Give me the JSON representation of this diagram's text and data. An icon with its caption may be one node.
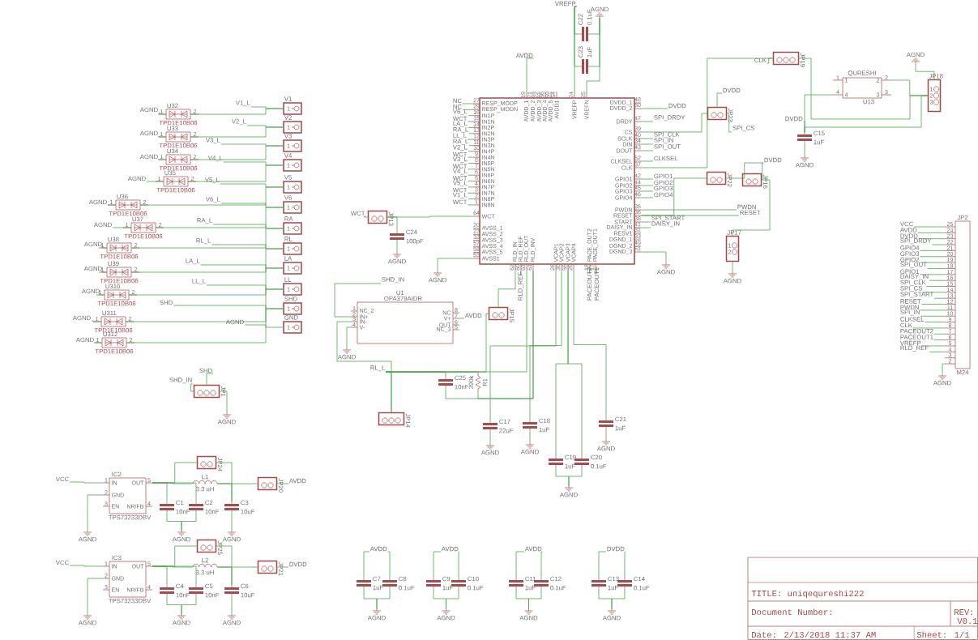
{
  "diagram": {
    "nodes": [
      {
        "text": [
          "AGND"
        ]
      },
      {
        "text": [
          "U32",
          "TPD1E10B06",
          "1",
          "2"
        ]
      },
      {
        "text": [
          "AGND"
        ]
      },
      {
        "text": [
          "U33",
          "TPD1E10B06",
          "1",
          "2"
        ]
      },
      {
        "text": [
          "AGND"
        ]
      },
      {
        "text": [
          "U34",
          "TPD1E10B06",
          "1",
          "2"
        ]
      },
      {
        "text": [
          "AGND"
        ]
      },
      {
        "text": [
          "U35",
          "TPD1E10B06",
          "1",
          "2"
        ]
      },
      {
        "text": [
          "AGND"
        ]
      },
      {
        "text": [
          "U36",
          "TPD1E10B06",
          "1",
          "2"
        ]
      },
      {
        "text": [
          "AGND"
        ]
      },
      {
        "text": [
          "U37",
          "TPD1E10B06",
          "1",
          "2"
        ]
      },
      {
        "text": [
          "AGND"
        ]
      },
      {
        "text": [
          "U38",
          "TPD1E10B06",
          "1",
          "2"
        ]
      },
      {
        "text": [
          "AGND"
        ]
      },
      {
        "text": [
          "U39",
          "TPD1E10B06",
          "1",
          "2"
        ]
      },
      {
        "text": [
          "AGND"
        ]
      },
      {
        "text": [
          "U310",
          "TPD1E10B06",
          "1",
          "2"
        ]
      },
      {
        "text": [
          "AGND"
        ]
      },
      {
        "text": [
          "U311",
          "TPD1E10B06",
          "1",
          "2"
        ]
      },
      {
        "text": [
          "AGND"
        ]
      },
      {
        "text": [
          "U312",
          "TPD1E10B06",
          "1",
          "2"
        ]
      },
      {
        "text": [
          "V1_L"
        ]
      },
      {
        "text": [
          "V1",
          "1"
        ]
      },
      {
        "text": [
          "V2_L"
        ]
      },
      {
        "text": [
          "V2",
          "1"
        ]
      },
      {
        "text": [
          "V3_L"
        ]
      },
      {
        "text": [
          "V3",
          "1"
        ]
      },
      {
        "text": [
          "V4_L"
        ]
      },
      {
        "text": [
          "V4",
          "1"
        ]
      },
      {
        "text": [
          "V5_L"
        ]
      },
      {
        "text": [
          "V5",
          "1"
        ]
      },
      {
        "text": [
          "V6_L"
        ]
      },
      {
        "text": [
          "V6",
          "1"
        ]
      },
      {
        "text": [
          "RA_L"
        ]
      },
      {
        "text": [
          "RA",
          "1"
        ]
      },
      {
        "text": [
          "RL_L"
        ]
      },
      {
        "text": [
          "RL",
          "1"
        ]
      },
      {
        "text": [
          "LA_L"
        ]
      },
      {
        "text": [
          "LA",
          "1"
        ]
      },
      {
        "text": [
          "LL_L"
        ]
      },
      {
        "text": [
          "LL",
          "1"
        ]
      },
      {
        "text": [
          "SHD"
        ]
      },
      {
        "text": [
          "SHD",
          "1"
        ]
      },
      {
        "text": [
          "AGND"
        ]
      },
      {
        "text": [
          "GND",
          "1"
        ]
      },
      {
        "text": [
          "RESP_MODP",
          "RESP_MODN",
          "IN1P",
          "IN1N",
          "IN2P",
          "IN2N",
          "IN3P",
          "IN3N",
          "IN4P",
          "IN4N",
          "IN5P",
          "IN5N",
          "IN6P",
          "IN6N",
          "IN7P",
          "IN7N",
          "IN8P",
          "IN8N",
          "WCT",
          "AVSS_1",
          "AVSS_2",
          "AVSS_3",
          "AVSS_4",
          "AVSS_5",
          "AVSS1",
          "AVDD_1",
          "AVDD_2",
          "AVDD_3",
          "AVDD_4",
          "AVDD_5",
          "AVDD1",
          "VREFP",
          "VREFN",
          "DVDD_1",
          "DVDD_2",
          "DRDY",
          "CS",
          "SCLK",
          "DIN",
          "DOUT",
          "CLKSEL",
          "CLK",
          "GPIO1",
          "GPIO2",
          "GPIO3",
          "GPIO4",
          "PWDN",
          "RESET",
          "START",
          "DAISY_IN",
          "RESV1",
          "DGND_1",
          "DGND_2",
          "DGND_3",
          "RLD_IN",
          "RLD_REF",
          "RLD_OUT",
          "RLD_INV",
          "VCAP1",
          "VCAP2",
          "VCAP3",
          "VCAP4",
          "PACE_OUT2",
          "PACE_OUT1",
          "27",
          "29",
          "16",
          "15",
          "14",
          "13",
          "12",
          "11",
          "10",
          "9",
          "8",
          "7",
          "6",
          "5",
          "4",
          "3",
          "2",
          "1",
          "64",
          "20",
          "23",
          "32",
          "57",
          "58",
          "53",
          "19",
          "21",
          "22",
          "56",
          "59",
          "54",
          "24",
          "25",
          "48",
          "50",
          "47",
          "39",
          "40",
          "34",
          "43",
          "52",
          "37",
          "42",
          "44",
          "45",
          "46",
          "35",
          "36",
          "38",
          "41",
          "31",
          "33",
          "49",
          "51",
          "62",
          "60",
          "63",
          "61",
          "28",
          "30",
          "55",
          "26",
          "18",
          "17"
        ]
      },
      {
        "text": [
          "NC"
        ]
      },
      {
        "text": [
          "NC"
        ]
      },
      {
        "text": [
          "V6_L"
        ]
      },
      {
        "text": [
          "WCT"
        ]
      },
      {
        "text": [
          "LA_L"
        ]
      },
      {
        "text": [
          "RA_L"
        ]
      },
      {
        "text": [
          "LL_L"
        ]
      },
      {
        "text": [
          "RA_L"
        ]
      },
      {
        "text": [
          "V2_L"
        ]
      },
      {
        "text": [
          "WCT"
        ]
      },
      {
        "text": [
          "V3_L"
        ]
      },
      {
        "text": [
          "WCT"
        ]
      },
      {
        "text": [
          "V4_L"
        ]
      },
      {
        "text": [
          "WCT"
        ]
      },
      {
        "text": [
          "V5_L"
        ]
      },
      {
        "text": [
          "WCT"
        ]
      },
      {
        "text": [
          "V1_L"
        ]
      },
      {
        "text": [
          "WCT"
        ]
      },
      {
        "text": [
          "AVDD"
        ]
      },
      {
        "text": [
          "VREFP"
        ]
      },
      {
        "text": [
          "AGND"
        ]
      },
      {
        "text": [
          "C22",
          "0.1uF"
        ]
      },
      {
        "text": [
          "C23",
          "1uF"
        ]
      },
      {
        "text": [
          "WCT"
        ]
      },
      {
        "text": [
          "JP13"
        ]
      },
      {
        "text": [
          "C24",
          "100pF"
        ]
      },
      {
        "text": [
          "AGND"
        ]
      },
      {
        "text": [
          "AGND"
        ]
      },
      {
        "text": [
          "DVDD"
        ]
      },
      {
        "text": [
          "SPI_DRDY"
        ]
      },
      {
        "text": [
          "SPI_CS"
        ]
      },
      {
        "text": [
          "SPI_CLK"
        ]
      },
      {
        "text": [
          "SPI_IN"
        ]
      },
      {
        "text": [
          "SPI_OUT"
        ]
      },
      {
        "text": [
          "CLKSEL"
        ]
      },
      {
        "text": [
          "GPIO1"
        ]
      },
      {
        "text": [
          "GPIO2"
        ]
      },
      {
        "text": [
          "GPIO3"
        ]
      },
      {
        "text": [
          "GPIO4"
        ]
      },
      {
        "text": [
          "PWDN"
        ]
      },
      {
        "text": [
          "RESET"
        ]
      },
      {
        "text": [
          "SPI_START"
        ]
      },
      {
        "text": [
          "DAISY_IN"
        ]
      },
      {
        "text": [
          "AGND"
        ]
      },
      {
        "text": [
          "JP23"
        ]
      },
      {
        "text": [
          "DVDD"
        ]
      },
      {
        "text": [
          "JP19"
        ]
      },
      {
        "text": [
          "CLK"
        ]
      },
      {
        "text": [
          "QURESHI",
          "U13",
          "1",
          "2",
          "4",
          "3",
          "1",
          "2",
          "4",
          "3"
        ]
      },
      {
        "text": [
          "AGND"
        ]
      },
      {
        "text": [
          "JP18",
          "1",
          "2",
          "3"
        ]
      },
      {
        "text": [
          "DVDD"
        ]
      },
      {
        "text": [
          "C15",
          "1uF"
        ]
      },
      {
        "text": [
          "AGND"
        ]
      },
      {
        "text": [
          "JP22"
        ]
      },
      {
        "text": [
          "JP16"
        ]
      },
      {
        "text": [
          "DVDD"
        ]
      },
      {
        "text": [
          "JP17",
          "1",
          "2"
        ]
      },
      {
        "text": [
          "AGND"
        ]
      },
      {
        "text": [
          "JP2",
          "M24",
          "25",
          "24",
          "23",
          "22",
          "21",
          "20",
          "19",
          "18",
          "17",
          "16",
          "15",
          "14",
          "13",
          "12",
          "11",
          "10",
          "9",
          "8",
          "7",
          "6",
          "5",
          "4",
          "3",
          "2"
        ]
      },
      {
        "text": [
          "VCC"
        ]
      },
      {
        "text": [
          "AVDD"
        ]
      },
      {
        "text": [
          "DVDD"
        ]
      },
      {
        "text": [
          "SPI_DRDY"
        ]
      },
      {
        "text": [
          "GPIO4"
        ]
      },
      {
        "text": [
          "GPIO3"
        ]
      },
      {
        "text": [
          "GPIO2"
        ]
      },
      {
        "text": [
          "SPI_OUT"
        ]
      },
      {
        "text": [
          "GPIO1"
        ]
      },
      {
        "text": [
          "DAISY_IN"
        ]
      },
      {
        "text": [
          "SPI_CLK"
        ]
      },
      {
        "text": [
          "SPI_CS"
        ]
      },
      {
        "text": [
          "SPI_START"
        ]
      },
      {
        "text": [
          "RESET"
        ]
      },
      {
        "text": [
          "PWDN"
        ]
      },
      {
        "text": [
          "SPI_IN"
        ]
      },
      {
        "text": [
          "CLKSEL"
        ]
      },
      {
        "text": [
          "CLK"
        ]
      },
      {
        "text": [
          "PACEOUT2"
        ]
      },
      {
        "text": [
          "PACEOUT1"
        ]
      },
      {
        "text": [
          "VREFP"
        ]
      },
      {
        "text": [
          "RLD_REF"
        ]
      },
      {
        "text": [
          "AGND"
        ]
      },
      {
        "text": [
          "SHD_IN"
        ]
      },
      {
        "text": [
          "U1",
          "OPA379AIDR",
          "NC_2",
          "IN+",
          "IN-",
          "V-",
          "NC",
          "V+",
          "OUT",
          "NC_3",
          "1",
          "2",
          "3",
          "4",
          "8",
          "7",
          "6",
          "5"
        ]
      },
      {
        "text": [
          "AGND"
        ]
      },
      {
        "text": [
          "AVDD"
        ]
      },
      {
        "text": [
          "RL_L"
        ]
      },
      {
        "text": [
          "C25",
          "10nF"
        ]
      },
      {
        "text": [
          "R1",
          "390k"
        ]
      },
      {
        "text": [
          "JP14"
        ]
      },
      {
        "text": [
          "JP15"
        ]
      },
      {
        "text": [
          "RLD_REF"
        ]
      },
      {
        "text": [
          "PACEOUT2"
        ]
      },
      {
        "text": [
          "PACEOUT1"
        ]
      },
      {
        "text": [
          "C17",
          "22uF"
        ]
      },
      {
        "text": [
          "AGND"
        ]
      },
      {
        "text": [
          "C18",
          "1uF"
        ]
      },
      {
        "text": [
          "AGND"
        ]
      },
      {
        "text": [
          "C19",
          "1uF"
        ]
      },
      {
        "text": [
          "C20",
          "0.1uF"
        ]
      },
      {
        "text": [
          "AGND"
        ]
      },
      {
        "text": [
          "C21",
          "1uF"
        ]
      },
      {
        "text": [
          "AGND"
        ]
      },
      {
        "text": [
          "SHD"
        ]
      },
      {
        "text": [
          "SHD_IN"
        ]
      },
      {
        "text": [
          "JP1"
        ]
      },
      {
        "text": [
          "AGND"
        ]
      },
      {
        "text": [
          "VCC"
        ]
      },
      {
        "text": [
          "IC2",
          "TPS73233DBV",
          "IN",
          "GND",
          "EN",
          "OUT",
          "NR/FB",
          "1",
          "2",
          "3",
          "5",
          "4"
        ]
      },
      {
        "text": [
          "AGND"
        ]
      },
      {
        "text": [
          "C1",
          "10nF"
        ]
      },
      {
        "text": [
          "C2",
          "10nF"
        ]
      },
      {
        "text": [
          "AGND"
        ]
      },
      {
        "text": [
          "JP24"
        ]
      },
      {
        "text": [
          "L1",
          "3.3 uH"
        ]
      },
      {
        "text": [
          "C3",
          "10uF"
        ]
      },
      {
        "text": [
          "AGND"
        ]
      },
      {
        "text": [
          "JP20"
        ]
      },
      {
        "text": [
          "AVDD"
        ]
      },
      {
        "text": [
          "VCC"
        ]
      },
      {
        "text": [
          "IC3",
          "TPS73233DBV",
          "IN",
          "GND",
          "EN",
          "OUT",
          "NR/FB",
          "1",
          "2",
          "3",
          "5",
          "4"
        ]
      },
      {
        "text": [
          "AGND"
        ]
      },
      {
        "text": [
          "C4",
          "10nF"
        ]
      },
      {
        "text": [
          "C5",
          "10nF"
        ]
      },
      {
        "text": [
          "AGND"
        ]
      },
      {
        "text": [
          "JP25"
        ]
      },
      {
        "text": [
          "L2",
          "3.3 uH"
        ]
      },
      {
        "text": [
          "C6",
          "10uF"
        ]
      },
      {
        "text": [
          "AGND"
        ]
      },
      {
        "text": [
          "JP21"
        ]
      },
      {
        "text": [
          "DVDD"
        ]
      },
      {
        "text": [
          "AVDD"
        ]
      },
      {
        "text": [
          "C7",
          "1uF"
        ]
      },
      {
        "text": [
          "C8",
          "0.1uF"
        ]
      },
      {
        "text": [
          "AGND"
        ]
      },
      {
        "text": [
          "AVDD"
        ]
      },
      {
        "text": [
          "C9",
          "1uF"
        ]
      },
      {
        "text": [
          "C10",
          "0.1uF"
        ]
      },
      {
        "text": [
          "AGND"
        ]
      },
      {
        "text": [
          "AVDD"
        ]
      },
      {
        "text": [
          "C11",
          "1uF"
        ]
      },
      {
        "text": [
          "C12",
          "0.1uF"
        ]
      },
      {
        "text": [
          "AGND"
        ]
      },
      {
        "text": [
          "DVDD"
        ]
      },
      {
        "text": [
          "C13",
          "1uF"
        ]
      },
      {
        "text": [
          "C14",
          "0.1uF"
        ]
      },
      {
        "text": [
          "AGND"
        ]
      }
    ],
    "edges": [
      {
        "from": 0,
        "to": 1,
        "arrow": "none"
      },
      {
        "from": 1,
        "to": 23,
        "arrow": "none"
      },
      {
        "from": 2,
        "to": 3,
        "arrow": "none"
      },
      {
        "from": 3,
        "to": 25,
        "arrow": "none"
      },
      {
        "from": 4,
        "to": 5,
        "arrow": "none"
      },
      {
        "from": 5,
        "to": 27,
        "arrow": "none"
      },
      {
        "from": 6,
        "to": 7,
        "arrow": "none"
      },
      {
        "from": 7,
        "to": 29,
        "arrow": "none"
      },
      {
        "from": 8,
        "to": 9,
        "arrow": "none"
      },
      {
        "from": 9,
        "to": 31,
        "arrow": "none"
      },
      {
        "from": 10,
        "to": 11,
        "arrow": "none"
      },
      {
        "from": 11,
        "to": 33,
        "arrow": "none"
      },
      {
        "from": 12,
        "to": 13,
        "arrow": "none"
      },
      {
        "from": 13,
        "to": 35,
        "arrow": "none"
      },
      {
        "from": 14,
        "to": 15,
        "arrow": "none"
      },
      {
        "from": 15,
        "to": 37,
        "arrow": "none"
      },
      {
        "from": 16,
        "to": 17,
        "arrow": "none"
      },
      {
        "from": 17,
        "to": 39,
        "arrow": "none"
      },
      {
        "from": 18,
        "to": 19,
        "arrow": "none"
      },
      {
        "from": 19,
        "to": 41,
        "arrow": "none"
      },
      {
        "from": 20,
        "to": 21,
        "arrow": "none"
      },
      {
        "from": 21,
        "to": 43,
        "arrow": "none"
      },
      {
        "from": 22,
        "to": 23,
        "arrow": "none"
      },
      {
        "from": 24,
        "to": 25,
        "arrow": "none"
      },
      {
        "from": 26,
        "to": 27,
        "arrow": "none"
      },
      {
        "from": 28,
        "to": 29,
        "arrow": "none"
      },
      {
        "from": 30,
        "to": 31,
        "arrow": "none"
      },
      {
        "from": 32,
        "to": 33,
        "arrow": "none"
      },
      {
        "from": 34,
        "to": 35,
        "arrow": "none"
      },
      {
        "from": 36,
        "to": 37,
        "arrow": "none"
      },
      {
        "from": 38,
        "to": 39,
        "arrow": "none"
      },
      {
        "from": 40,
        "to": 41,
        "arrow": "none"
      },
      {
        "from": 42,
        "to": 43,
        "arrow": "none"
      },
      {
        "from": 44,
        "to": 45,
        "arrow": "none"
      },
      {
        "from": 47,
        "to": 46,
        "arrow": "none"
      },
      {
        "from": 48,
        "to": 46,
        "arrow": "none"
      },
      {
        "from": 49,
        "to": 46,
        "arrow": "none"
      },
      {
        "from": 50,
        "to": 46,
        "arrow": "none"
      },
      {
        "from": 51,
        "to": 46,
        "arrow": "none"
      },
      {
        "from": 52,
        "to": 46,
        "arrow": "none"
      },
      {
        "from": 53,
        "to": 46,
        "arrow": "none"
      },
      {
        "from": 54,
        "to": 46,
        "arrow": "none"
      },
      {
        "from": 55,
        "to": 46,
        "arrow": "none"
      },
      {
        "from": 56,
        "to": 46,
        "arrow": "none"
      },
      {
        "from": 57,
        "to": 46,
        "arrow": "none"
      },
      {
        "from": 58,
        "to": 46,
        "arrow": "none"
      },
      {
        "from": 59,
        "to": 46,
        "arrow": "none"
      },
      {
        "from": 60,
        "to": 46,
        "arrow": "none"
      },
      {
        "from": 61,
        "to": 46,
        "arrow": "none"
      },
      {
        "from": 62,
        "to": 46,
        "arrow": "none"
      },
      {
        "from": 63,
        "to": 46,
        "arrow": "none"
      },
      {
        "from": 64,
        "to": 46,
        "arrow": "none"
      },
      {
        "from": 65,
        "to": 46,
        "arrow": "none"
      },
      {
        "from": 66,
        "to": 68,
        "arrow": "none"
      },
      {
        "from": 68,
        "to": 67,
        "arrow": "none"
      },
      {
        "from": 66,
        "to": 69,
        "arrow": "none"
      },
      {
        "from": 69,
        "to": 67,
        "arrow": "none"
      },
      {
        "from": 66,
        "to": 46,
        "arrow": "none"
      },
      {
        "from": 67,
        "to": 46,
        "arrow": "none"
      },
      {
        "from": 70,
        "to": 71,
        "arrow": "none"
      },
      {
        "from": 71,
        "to": 46,
        "arrow": "none"
      },
      {
        "from": 71,
        "to": 72,
        "arrow": "none"
      },
      {
        "from": 72,
        "to": 73,
        "arrow": "none"
      },
      {
        "from": 74,
        "to": 46,
        "arrow": "none"
      },
      {
        "from": 46,
        "to": 75,
        "arrow": "none"
      },
      {
        "from": 46,
        "to": 76,
        "arrow": "none"
      },
      {
        "from": 46,
        "to": 78,
        "arrow": "none"
      },
      {
        "from": 46,
        "to": 79,
        "arrow": "none"
      },
      {
        "from": 46,
        "to": 80,
        "arrow": "none"
      },
      {
        "from": 46,
        "to": 81,
        "arrow": "none"
      },
      {
        "from": 46,
        "to": 82,
        "arrow": "none"
      },
      {
        "from": 46,
        "to": 83,
        "arrow": "none"
      },
      {
        "from": 46,
        "to": 84,
        "arrow": "none"
      },
      {
        "from": 46,
        "to": 85,
        "arrow": "none"
      },
      {
        "from": 46,
        "to": 86,
        "arrow": "none"
      },
      {
        "from": 46,
        "to": 87,
        "arrow": "none"
      },
      {
        "from": 46,
        "to": 88,
        "arrow": "none"
      },
      {
        "from": 46,
        "to": 89,
        "arrow": "none"
      },
      {
        "from": 46,
        "to": 90,
        "arrow": "none"
      },
      {
        "from": 92,
        "to": 91,
        "arrow": "none"
      },
      {
        "from": 46,
        "to": 91,
        "arrow": "none"
      },
      {
        "from": 91,
        "to": 77,
        "arrow": "none"
      },
      {
        "from": 94,
        "to": 93,
        "arrow": "none"
      },
      {
        "from": 46,
        "to": 93,
        "arrow": "none"
      },
      {
        "from": 96,
        "to": 97,
        "arrow": "none"
      },
      {
        "from": 95,
        "to": 97,
        "arrow": "none"
      },
      {
        "from": 93,
        "to": 97,
        "arrow": "none"
      },
      {
        "from": 98,
        "to": 99,
        "arrow": "none"
      },
      {
        "from": 99,
        "to": 100,
        "arrow": "none"
      },
      {
        "from": 99,
        "to": 95,
        "arrow": "none"
      },
      {
        "from": 99,
        "to": 97,
        "arrow": "none"
      },
      {
        "from": 103,
        "to": 102,
        "arrow": "none"
      },
      {
        "from": 103,
        "to": 101,
        "arrow": "none"
      },
      {
        "from": 101,
        "to": 46,
        "arrow": "none"
      },
      {
        "from": 102,
        "to": 104,
        "arrow": "none"
      },
      {
        "from": 104,
        "to": 105,
        "arrow": "none"
      },
      {
        "from": 107,
        "to": 106,
        "arrow": "none"
      },
      {
        "from": 108,
        "to": 106,
        "arrow": "none"
      },
      {
        "from": 109,
        "to": 106,
        "arrow": "none"
      },
      {
        "from": 110,
        "to": 106,
        "arrow": "none"
      },
      {
        "from": 111,
        "to": 106,
        "arrow": "none"
      },
      {
        "from": 112,
        "to": 106,
        "arrow": "none"
      },
      {
        "from": 113,
        "to": 106,
        "arrow": "none"
      },
      {
        "from": 114,
        "to": 106,
        "arrow": "none"
      },
      {
        "from": 115,
        "to": 106,
        "arrow": "none"
      },
      {
        "from": 116,
        "to": 106,
        "arrow": "none"
      },
      {
        "from": 117,
        "to": 106,
        "arrow": "none"
      },
      {
        "from": 118,
        "to": 106,
        "arrow": "none"
      },
      {
        "from": 119,
        "to": 106,
        "arrow": "none"
      },
      {
        "from": 120,
        "to": 106,
        "arrow": "none"
      },
      {
        "from": 121,
        "to": 106,
        "arrow": "none"
      },
      {
        "from": 122,
        "to": 106,
        "arrow": "none"
      },
      {
        "from": 123,
        "to": 106,
        "arrow": "none"
      },
      {
        "from": 124,
        "to": 106,
        "arrow": "none"
      },
      {
        "from": 125,
        "to": 106,
        "arrow": "none"
      },
      {
        "from": 126,
        "to": 106,
        "arrow": "none"
      },
      {
        "from": 127,
        "to": 106,
        "arrow": "none"
      },
      {
        "from": 128,
        "to": 106,
        "arrow": "none"
      },
      {
        "from": 129,
        "to": 106,
        "arrow": "none"
      },
      {
        "from": 130,
        "to": 131,
        "arrow": "none"
      },
      {
        "from": 131,
        "to": 132,
        "arrow": "none"
      },
      {
        "from": 133,
        "to": 131,
        "arrow": "none"
      },
      {
        "from": 131,
        "to": 137,
        "arrow": "none"
      },
      {
        "from": 134,
        "to": 137,
        "arrow": "none"
      },
      {
        "from": 134,
        "to": 135,
        "arrow": "none"
      },
      {
        "from": 134,
        "to": 136,
        "arrow": "none"
      },
      {
        "from": 134,
        "to": 138,
        "arrow": "none"
      },
      {
        "from": 134,
        "to": 46,
        "arrow": "none"
      },
      {
        "from": 135,
        "to": 46,
        "arrow": "none"
      },
      {
        "from": 136,
        "to": 46,
        "arrow": "none"
      },
      {
        "from": 138,
        "to": 46,
        "arrow": "none"
      },
      {
        "from": 139,
        "to": 46,
        "arrow": "none"
      },
      {
        "from": 140,
        "to": 46,
        "arrow": "none"
      },
      {
        "from": 141,
        "to": 46,
        "arrow": "none"
      },
      {
        "from": 46,
        "to": 142,
        "arrow": "none"
      },
      {
        "from": 142,
        "to": 143,
        "arrow": "none"
      },
      {
        "from": 46,
        "to": 144,
        "arrow": "none"
      },
      {
        "from": 144,
        "to": 145,
        "arrow": "none"
      },
      {
        "from": 46,
        "to": 146,
        "arrow": "none"
      },
      {
        "from": 46,
        "to": 147,
        "arrow": "none"
      },
      {
        "from": 146,
        "to": 148,
        "arrow": "none"
      },
      {
        "from": 147,
        "to": 148,
        "arrow": "none"
      },
      {
        "from": 46,
        "to": 149,
        "arrow": "none"
      },
      {
        "from": 149,
        "to": 150,
        "arrow": "none"
      },
      {
        "from": 151,
        "to": 153,
        "arrow": "none"
      },
      {
        "from": 152,
        "to": 153,
        "arrow": "none"
      },
      {
        "from": 153,
        "to": 154,
        "arrow": "none"
      },
      {
        "from": 155,
        "to": 156,
        "arrow": "none"
      },
      {
        "from": 156,
        "to": 157,
        "arrow": "none"
      },
      {
        "from": 156,
        "to": 158,
        "arrow": "none"
      },
      {
        "from": 156,
        "to": 159,
        "arrow": "none"
      },
      {
        "from": 158,
        "to": 160,
        "arrow": "none"
      },
      {
        "from": 159,
        "to": 160,
        "arrow": "none"
      },
      {
        "from": 156,
        "to": 162,
        "arrow": "none"
      },
      {
        "from": 156,
        "to": 161,
        "arrow": "none"
      },
      {
        "from": 161,
        "to": 163,
        "arrow": "none"
      },
      {
        "from": 162,
        "to": 163,
        "arrow": "none"
      },
      {
        "from": 163,
        "to": 164,
        "arrow": "none"
      },
      {
        "from": 162,
        "to": 165,
        "arrow": "none"
      },
      {
        "from": 165,
        "to": 166,
        "arrow": "none"
      },
      {
        "from": 167,
        "to": 168,
        "arrow": "none"
      },
      {
        "from": 168,
        "to": 169,
        "arrow": "none"
      },
      {
        "from": 168,
        "to": 170,
        "arrow": "none"
      },
      {
        "from": 168,
        "to": 171,
        "arrow": "none"
      },
      {
        "from": 170,
        "to": 172,
        "arrow": "none"
      },
      {
        "from": 171,
        "to": 172,
        "arrow": "none"
      },
      {
        "from": 168,
        "to": 174,
        "arrow": "none"
      },
      {
        "from": 168,
        "to": 173,
        "arrow": "none"
      },
      {
        "from": 173,
        "to": 175,
        "arrow": "none"
      },
      {
        "from": 174,
        "to": 175,
        "arrow": "none"
      },
      {
        "from": 175,
        "to": 176,
        "arrow": "none"
      },
      {
        "from": 174,
        "to": 177,
        "arrow": "none"
      },
      {
        "from": 177,
        "to": 178,
        "arrow": "none"
      },
      {
        "from": 179,
        "to": 180,
        "arrow": "none"
      },
      {
        "from": 179,
        "to": 181,
        "arrow": "none"
      },
      {
        "from": 180,
        "to": 182,
        "arrow": "none"
      },
      {
        "from": 181,
        "to": 182,
        "arrow": "none"
      },
      {
        "from": 183,
        "to": 184,
        "arrow": "none"
      },
      {
        "from": 183,
        "to": 185,
        "arrow": "none"
      },
      {
        "from": 184,
        "to": 186,
        "arrow": "none"
      },
      {
        "from": 185,
        "to": 186,
        "arrow": "none"
      },
      {
        "from": 187,
        "to": 188,
        "arrow": "none"
      },
      {
        "from": 187,
        "to": 189,
        "arrow": "none"
      },
      {
        "from": 188,
        "to": 190,
        "arrow": "none"
      },
      {
        "from": 189,
        "to": 190,
        "arrow": "none"
      },
      {
        "from": 191,
        "to": 192,
        "arrow": "none"
      },
      {
        "from": 191,
        "to": 193,
        "arrow": "none"
      },
      {
        "from": 192,
        "to": 194,
        "arrow": "none"
      },
      {
        "from": 193,
        "to": 194,
        "arrow": "none"
      }
    ],
    "labels": [
      "TITLE: uniqequreshi222",
      "Document Number:",
      "REV:",
      "V0.1",
      "Date: 2/13/2018 11:37 AM",
      "Sheet: 1/1"
    ]
  }
}
